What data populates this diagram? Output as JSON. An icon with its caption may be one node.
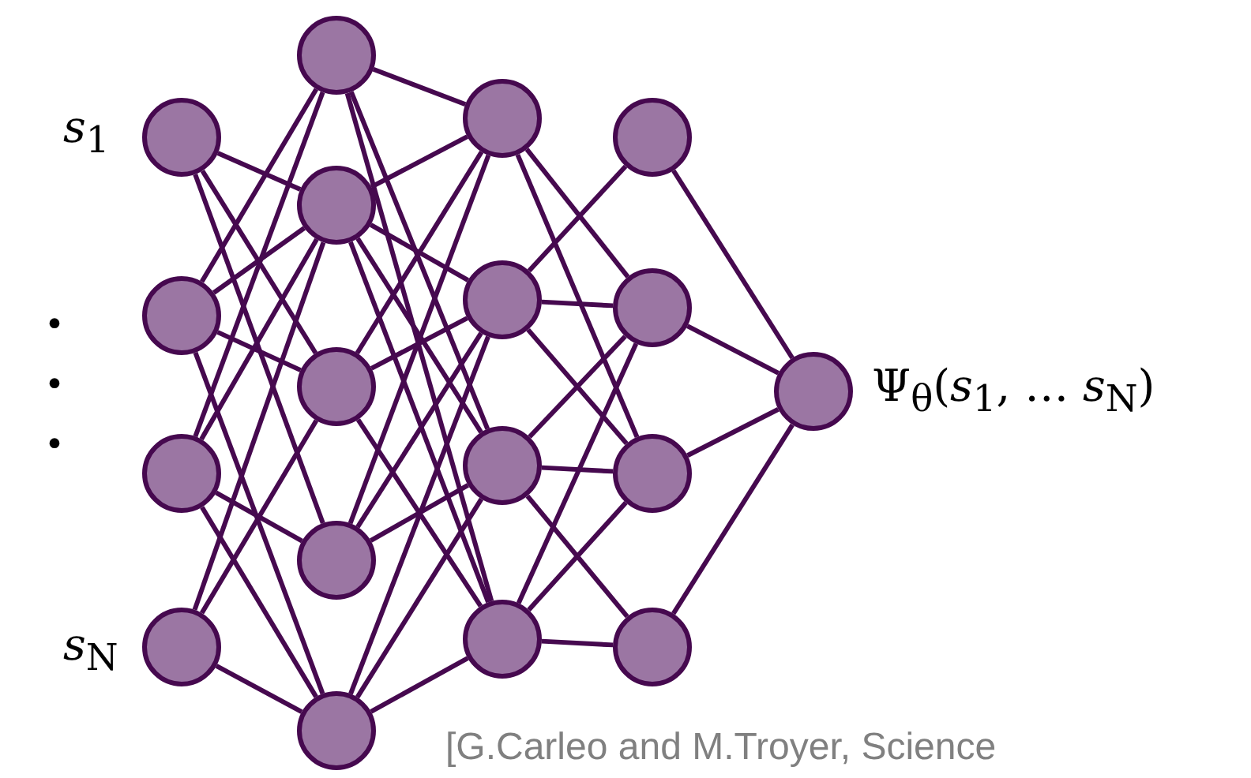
{
  "diagram": {
    "nodes": [
      {
        "text": [],
        "shape": "circle"
      },
      {
        "text": [],
        "shape": "circle"
      },
      {
        "text": [],
        "shape": "circle"
      },
      {
        "text": [],
        "shape": "circle"
      },
      {
        "text": [],
        "shape": "circle"
      },
      {
        "text": [],
        "shape": "circle"
      },
      {
        "text": [],
        "shape": "circle"
      },
      {
        "text": [],
        "shape": "circle"
      },
      {
        "text": [],
        "shape": "circle"
      },
      {
        "text": [],
        "shape": "circle"
      },
      {
        "text": [],
        "shape": "circle"
      },
      {
        "text": [],
        "shape": "circle"
      },
      {
        "text": [],
        "shape": "circle"
      },
      {
        "text": [],
        "shape": "circle"
      },
      {
        "text": [],
        "shape": "circle"
      },
      {
        "text": [],
        "shape": "circle"
      },
      {
        "text": [],
        "shape": "circle"
      },
      {
        "text": [],
        "shape": "circle",
        "beside": [
          "Ψ$_{θ}$(*s*$_{1}$, … *s*$_{N}$)"
        ]
      }
    ],
    "edges": [
      {
        "from": 0,
        "to": 5,
        "arrow": "none"
      },
      {
        "from": 0,
        "to": 6,
        "arrow": "none"
      },
      {
        "from": 0,
        "to": 7,
        "arrow": "none"
      },
      {
        "from": 1,
        "to": 4,
        "arrow": "none"
      },
      {
        "from": 1,
        "to": 5,
        "arrow": "none"
      },
      {
        "from": 1,
        "to": 6,
        "arrow": "none"
      },
      {
        "from": 1,
        "to": 8,
        "arrow": "none"
      },
      {
        "from": 2,
        "to": 4,
        "arrow": "none"
      },
      {
        "from": 2,
        "to": 5,
        "arrow": "none"
      },
      {
        "from": 2,
        "to": 7,
        "arrow": "none"
      },
      {
        "from": 2,
        "to": 8,
        "arrow": "none"
      },
      {
        "from": 3,
        "to": 5,
        "arrow": "none"
      },
      {
        "from": 3,
        "to": 6,
        "arrow": "none"
      },
      {
        "from": 3,
        "to": 8,
        "arrow": "none"
      },
      {
        "from": 4,
        "to": 9,
        "arrow": "none"
      },
      {
        "from": 4,
        "to": 11,
        "arrow": "none"
      },
      {
        "from": 4,
        "to": 12,
        "arrow": "none"
      },
      {
        "from": 5,
        "to": 9,
        "arrow": "none"
      },
      {
        "from": 5,
        "to": 10,
        "arrow": "none"
      },
      {
        "from": 5,
        "to": 11,
        "arrow": "none"
      },
      {
        "from": 5,
        "to": 12,
        "arrow": "none"
      },
      {
        "from": 6,
        "to": 9,
        "arrow": "none"
      },
      {
        "from": 6,
        "to": 10,
        "arrow": "none"
      },
      {
        "from": 6,
        "to": 12,
        "arrow": "none"
      },
      {
        "from": 7,
        "to": 9,
        "arrow": "none"
      },
      {
        "from": 7,
        "to": 10,
        "arrow": "none"
      },
      {
        "from": 7,
        "to": 11,
        "arrow": "none"
      },
      {
        "from": 8,
        "to": 10,
        "arrow": "none"
      },
      {
        "from": 8,
        "to": 11,
        "arrow": "none"
      },
      {
        "from": 8,
        "to": 12,
        "arrow": "none"
      },
      {
        "from": 9,
        "to": 14,
        "arrow": "none"
      },
      {
        "from": 9,
        "to": 15,
        "arrow": "none"
      },
      {
        "from": 10,
        "to": 13,
        "arrow": "none"
      },
      {
        "from": 10,
        "to": 14,
        "arrow": "none"
      },
      {
        "from": 10,
        "to": 15,
        "arrow": "none"
      },
      {
        "from": 11,
        "to": 14,
        "arrow": "none"
      },
      {
        "from": 11,
        "to": 15,
        "arrow": "none"
      },
      {
        "from": 11,
        "to": 16,
        "arrow": "none"
      },
      {
        "from": 12,
        "to": 14,
        "arrow": "none"
      },
      {
        "from": 12,
        "to": 15,
        "arrow": "none"
      },
      {
        "from": 12,
        "to": 16,
        "arrow": "none"
      },
      {
        "from": 13,
        "to": 17,
        "arrow": "none"
      },
      {
        "from": 14,
        "to": 17,
        "arrow": "none"
      },
      {
        "from": 15,
        "to": 17,
        "arrow": "none"
      },
      {
        "from": 16,
        "to": 17,
        "arrow": "none"
      }
    ],
    "labels": [
      "*s*$_{1}$",
      "•",
      "•",
      "•",
      "*s*$_{N}$",
      "[G.Carleo and M.Troyer, Science"
    ]
  }
}
